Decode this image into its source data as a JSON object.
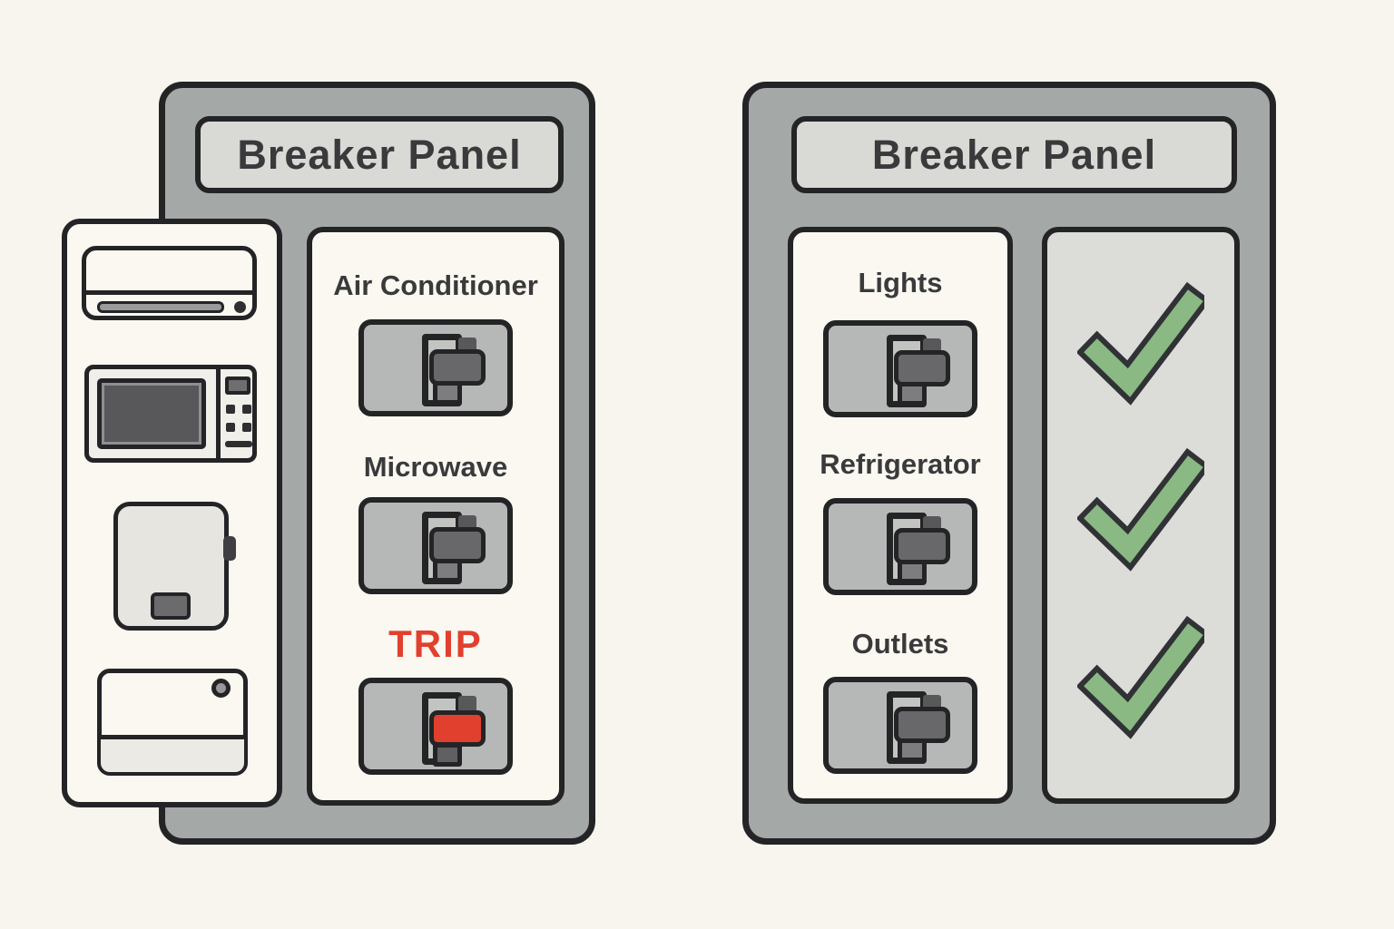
{
  "left_panel": {
    "title": "Breaker Panel",
    "circuits": [
      {
        "label": "Air Conditioner",
        "state": "on"
      },
      {
        "label": "Microwave",
        "state": "on"
      },
      {
        "label": "TRIP",
        "state": "tripped"
      }
    ]
  },
  "right_panel": {
    "title": "Breaker Panel",
    "circuits": [
      {
        "label": "Lights",
        "state": "on",
        "status": "checked"
      },
      {
        "label": "Refrigerator",
        "state": "on",
        "status": "checked"
      },
      {
        "label": "Outlets",
        "state": "on",
        "status": "checked"
      }
    ]
  },
  "appliance_sidebar": {
    "icons": [
      "air-conditioner-icon",
      "microwave-icon",
      "portable-appliance-icon",
      "mini-fridge-icon"
    ]
  },
  "colors": {
    "background": "#f7f5ee",
    "panel_gray": "#a4a8a6",
    "header_gray": "#d9dad5",
    "card_white": "#faf8f1",
    "checks_column_gray": "#dcddd8",
    "outline_dark": "#242426",
    "trip_red": "#e2402f",
    "check_green": "#8ab983"
  }
}
